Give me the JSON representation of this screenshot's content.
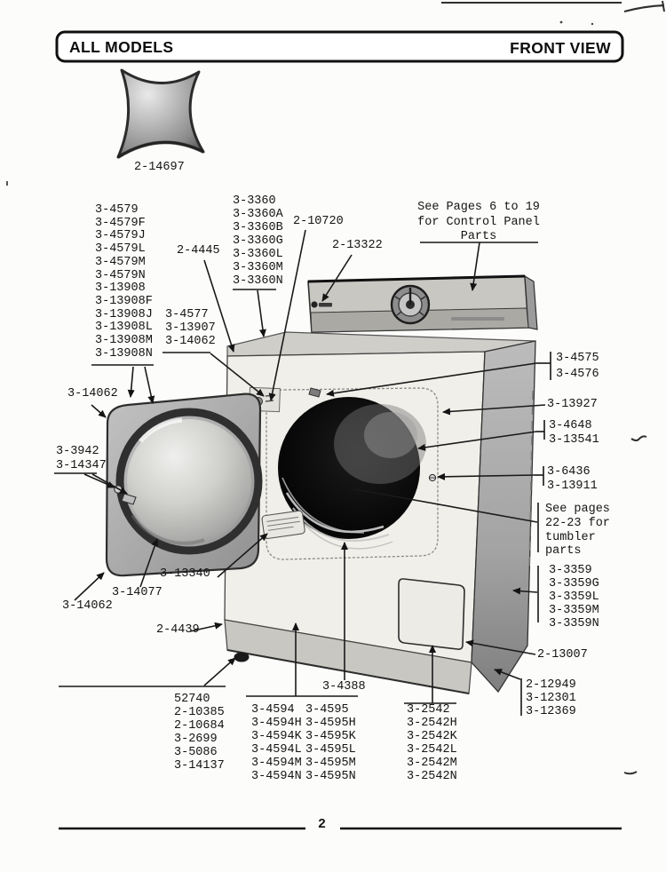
{
  "header": {
    "left": "ALL MODELS",
    "right": "FRONT VIEW"
  },
  "footer": {
    "page_number": "2"
  },
  "knob": {
    "label": "2-14697"
  },
  "callouts": {
    "trim_2_4445": "2-4445",
    "latch_2_10720": "2-10720",
    "logo_2_13322": "2-13322",
    "door_3_14062_top": "3-14062",
    "door_3_14062_bottom": "3-14062",
    "window_3_14077": "3-14077",
    "label_3_13340": "3-13340",
    "toe_2_4439": "2-4439",
    "panel_3_13927": "3-13927",
    "access_2_13007": "2-13007",
    "front_3_4388": "3-4388"
  },
  "notes": {
    "control_panel": [
      "See Pages 6 to 19",
      "for Control Panel",
      "Parts"
    ],
    "tumbler": [
      "See pages",
      "22-23 for",
      "tumbler",
      "parts"
    ]
  },
  "lists": {
    "door_gasket": [
      "3-4579",
      "3-4579F",
      "3-4579J",
      "3-4579L",
      "3-4579M",
      "3-4579N",
      "3-13908",
      "3-13908F",
      "3-13908J",
      "3-13908L",
      "3-13908M",
      "3-13908N"
    ],
    "top_3360": [
      "3-3360",
      "3-3360A",
      "3-3360B",
      "3-3360G",
      "3-3360L",
      "3-3360M",
      "3-3360N"
    ],
    "hinge_4577": [
      "3-4577",
      "3-13907",
      "3-14062"
    ],
    "latch_3942": [
      "3-3942",
      "3-14347"
    ],
    "strike_4575": [
      "3-4575",
      "3-4576"
    ],
    "seal_4648": [
      "3-4648",
      "3-13541"
    ],
    "screw_6436": [
      "3-6436",
      "3-13911"
    ],
    "side_3359": [
      "3-3359",
      "3-3359G",
      "3-3359L",
      "3-3359M",
      "3-3359N"
    ],
    "base_12949": [
      "2-12949",
      "3-12301",
      "3-12369"
    ],
    "leg_52740": [
      "52740",
      "2-10385",
      "2-10684",
      "3-2699",
      "3-5086",
      "3-14137"
    ],
    "panel_4594": [
      "3-4594",
      "3-4594H",
      "3-4594K",
      "3-4594L",
      "3-4594M",
      "3-4594N"
    ],
    "panel_4595": [
      "3-4595",
      "3-4595H",
      "3-4595K",
      "3-4595L",
      "3-4595M",
      "3-4595N"
    ],
    "access_2542": [
      "3-2542",
      "3-2542H",
      "3-2542K",
      "3-2542L",
      "3-2542M",
      "3-2542N"
    ]
  }
}
